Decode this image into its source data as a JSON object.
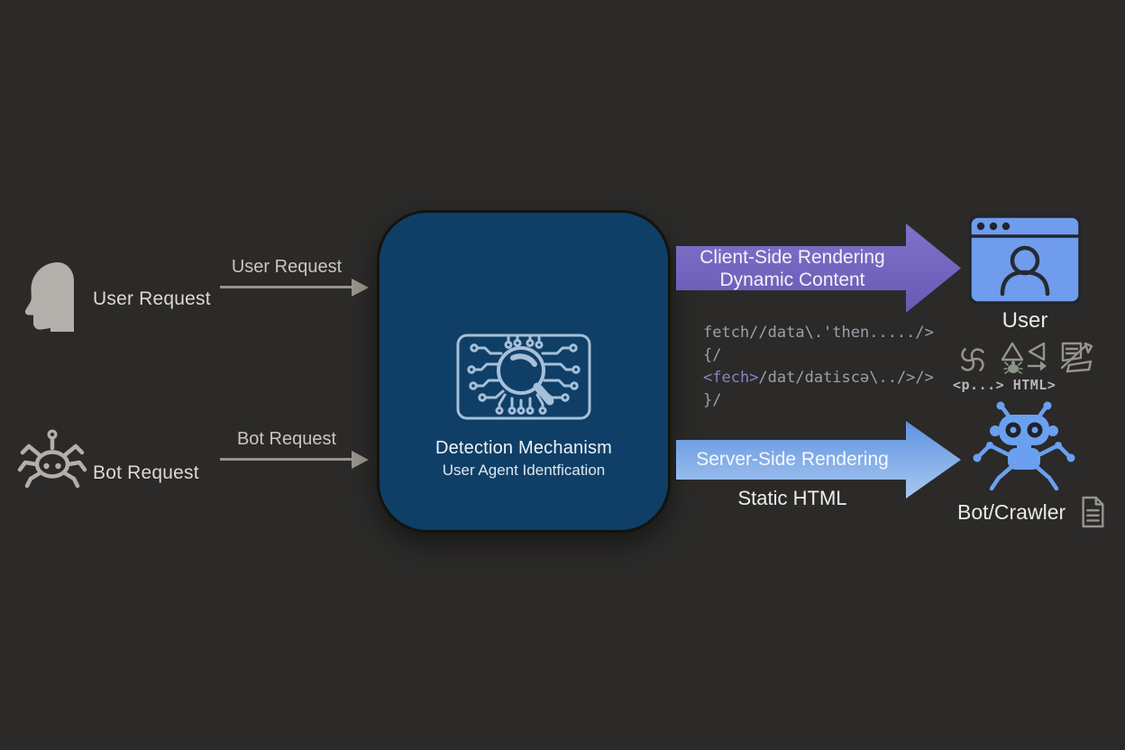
{
  "diagram": {
    "background_color": "#2b2a29",
    "left": {
      "user_source": {
        "label": "User Request",
        "icon": "head-silhouette-icon"
      },
      "bot_source": {
        "label": "Bot Request",
        "icon": "spider-bot-icon"
      },
      "user_arrow_label": "User Request",
      "bot_arrow_label": "Bot Request"
    },
    "detection_box": {
      "title": "Detection Mechanism",
      "subtitle": "User Agent Identfication",
      "icon": "circuit-magnifier-icon",
      "bg_color": "#0f3f66"
    },
    "client_side_arrow": {
      "line1": "Client-Side Rendering",
      "line2": "Dynamic Content",
      "color": "#7668c2"
    },
    "code_snippet": {
      "line1": "fetch//data\\.'then...../>",
      "line2": "{/",
      "line3_tag": "<fech>",
      "line3_rest": "/dat/datiscə\\../>/>",
      "line4": "}/",
      "text_color": "#9aa1a8",
      "tag_color": "#8387c7"
    },
    "server_side_arrow": {
      "label": "Server-Side Rendering",
      "sublabel": "Static HTML",
      "color": "#6b9ce6"
    },
    "user_target": {
      "label": "User",
      "icon": "browser-window-icon",
      "mini_icons": [
        "spiral-icon",
        "triangle-up-icon",
        "triangle-left-icon",
        "bug-icon",
        "arrow-right-icon",
        "edit-document-icon"
      ],
      "tags_text": "<p...> HTML>"
    },
    "bot_target": {
      "label": "Bot/Crawler",
      "icon": "robot-crawler-icon",
      "doc_icon": "document-icon"
    }
  }
}
